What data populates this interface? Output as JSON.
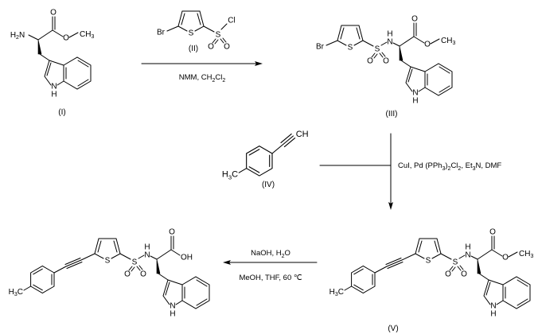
{
  "compounds": {
    "c1": "(I)",
    "c2": "(II)",
    "c3": "(III)",
    "c4": "(IV)",
    "c5": "(V)"
  },
  "atoms": {
    "Br": "Br",
    "S": "S",
    "O": "O",
    "Cl": "Cl",
    "N": "N",
    "H": "H",
    "C": "C",
    "CH": "CH",
    "OH": "OH",
    "two": "2",
    "three": "3"
  },
  "conditions": {
    "step1": {
      "p1": "NMM, CH",
      "s1": "2",
      "p2": "Cl",
      "s2": "2"
    },
    "step2": {
      "p1": "CuI, Pd (PPh",
      "s1": "3",
      "p2": ")",
      "s2": "2",
      "p3": "Cl",
      "s3": "2",
      "p4": ", Et",
      "s4": "3",
      "p5": "N, DMF"
    },
    "step3_top": {
      "p1": "NaOH, H",
      "s1": "2",
      "p2": "O"
    },
    "step3_bottom": "MeOH, THF, 60 ℃"
  }
}
